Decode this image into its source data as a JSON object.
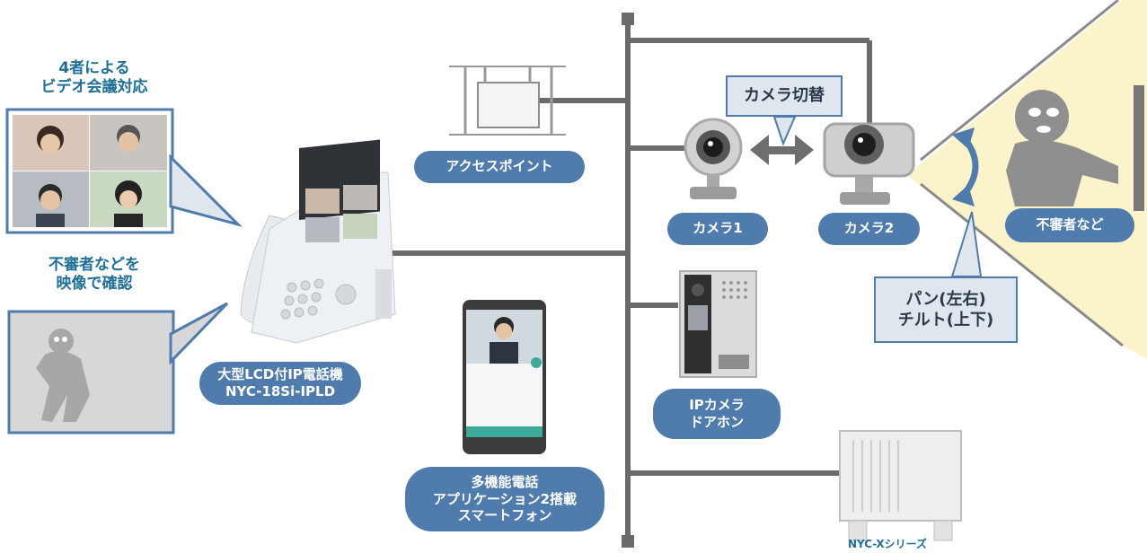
{
  "colors": {
    "line": "#6b6b6b",
    "pill": "#4f7cac",
    "caption": "#1f6f96",
    "beam": "#fbf3c9"
  },
  "left": {
    "conference_caption": "4者による\nビデオ会議対応",
    "intruder_caption": "不審者などを\n映像で確認"
  },
  "labels": {
    "phone": "大型LCD付IP電話機\nNYC-18Si-IPLD",
    "access_point": "アクセスポイント",
    "smartphone": "多機能電話\nアプリケーション2搭載\nスマートフォン",
    "camera1": "カメラ1",
    "camera2": "カメラ2",
    "intruder": "不審者など",
    "door_phone": "IPカメラ\nドアホン",
    "switch_callout": "カメラ切替",
    "pantilt_callout": "パン(左右)\nチルト(上下)",
    "pbx": "NYC-Xシリーズ"
  },
  "icons": [
    "phone-icon",
    "access-point-icon",
    "smartphone-icon",
    "camera1-icon",
    "camera2-icon",
    "door-phone-icon",
    "pbx-icon",
    "intruder-icon"
  ]
}
